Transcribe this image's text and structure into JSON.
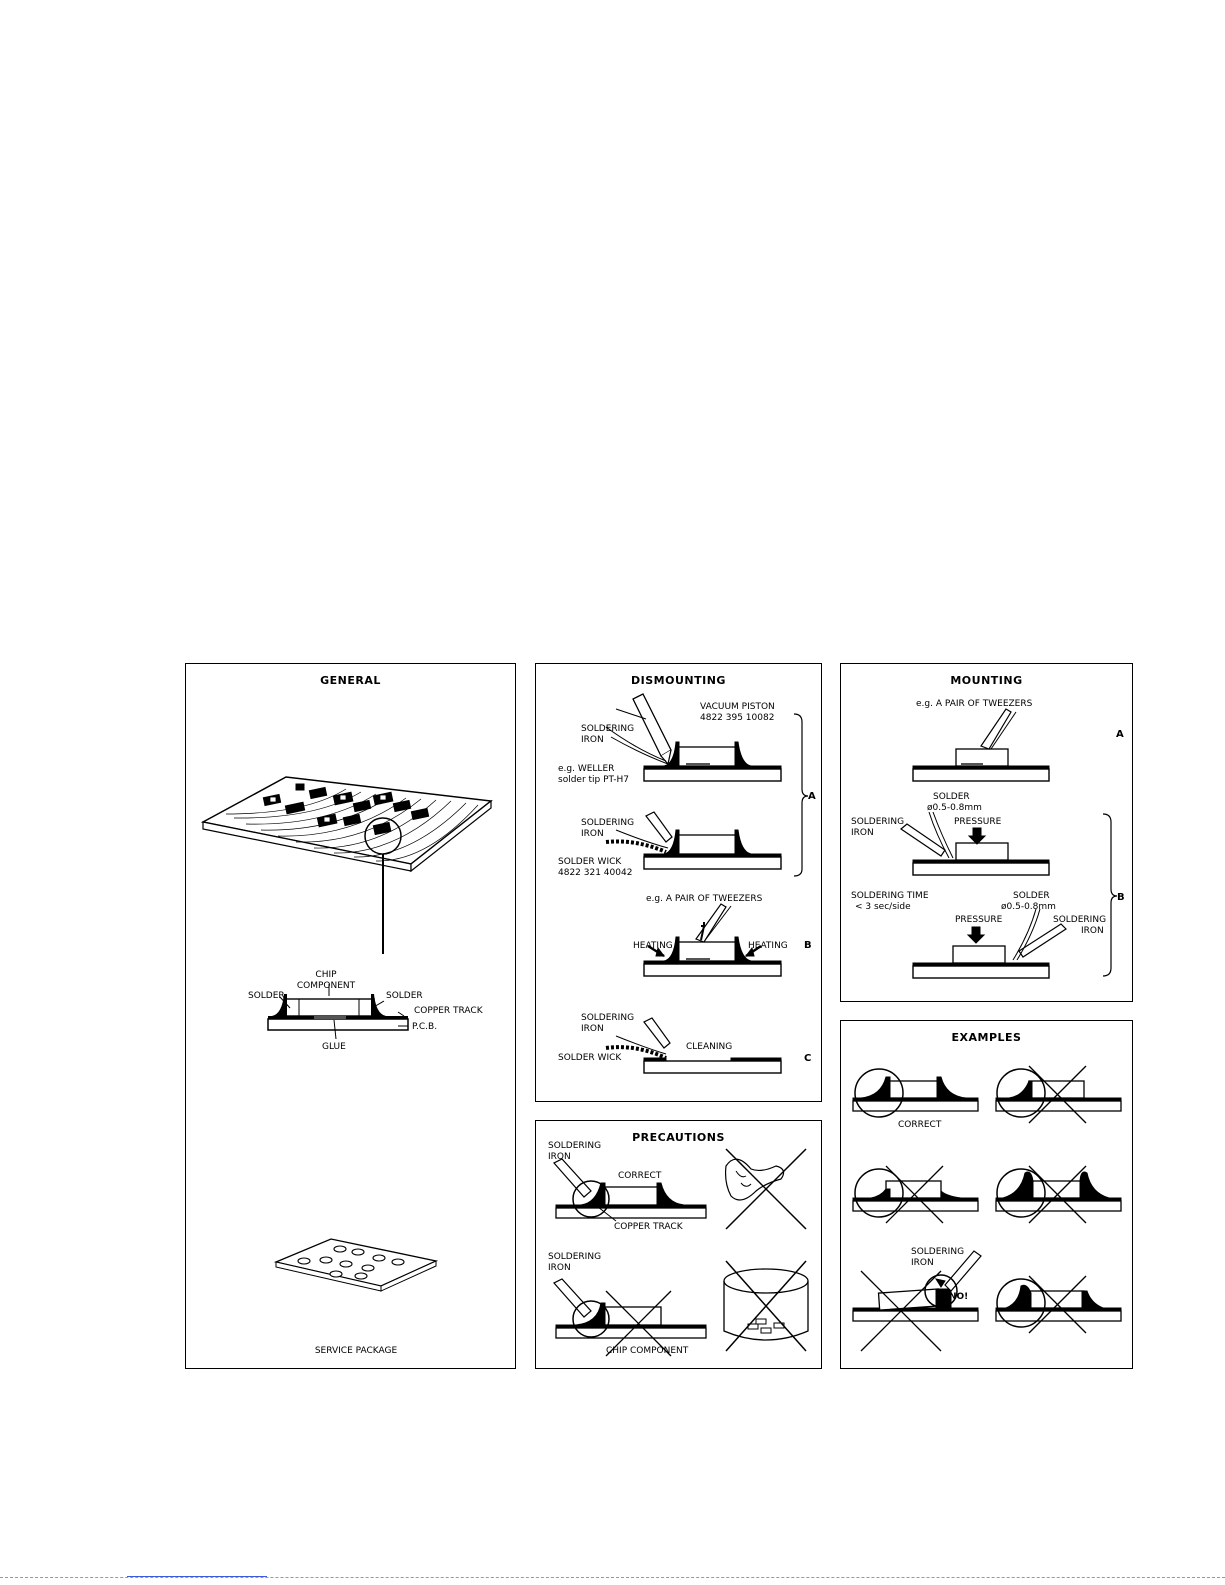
{
  "general": {
    "title": "GENERAL",
    "labels": {
      "chip": "CHIP",
      "component": "COMPONENT",
      "solder_left": "SOLDER",
      "solder_right": "SOLDER",
      "copper_track": "COPPER TRACK",
      "pcb": "P.C.B.",
      "glue": "GLUE"
    },
    "service_package": "SERVICE PACKAGE"
  },
  "dismounting": {
    "title": "DISMOUNTING",
    "vacuum_piston_1": "VACUUM PISTON",
    "vacuum_piston_2": "4822 395 10082",
    "soldering_1": "SOLDERING",
    "iron_1": "IRON",
    "weller_1": "e.g. WELLER",
    "weller_2": "solder tip PT-H7",
    "soldering_2": "SOLDERING",
    "iron_2": "IRON",
    "wick_1": "SOLDER WICK",
    "wick_2": "4822 321 40042",
    "tweezers": "e.g. A PAIR OF TWEEZERS",
    "heating_left": "HEATING",
    "heating_right": "HEATING",
    "soldering_3": "SOLDERING",
    "iron_3": "IRON",
    "cleaning": "CLEANING",
    "wick_3": "SOLDER WICK",
    "step_a": "A",
    "step_b": "B",
    "step_c": "C"
  },
  "mounting": {
    "title": "MOUNTING",
    "tweezers": "e.g. A PAIR OF TWEEZERS",
    "step_a": "A",
    "solder_1": "SOLDER",
    "dia_1": "ø0.5-0.8mm",
    "soldering_1": "SOLDERING",
    "iron_1": "IRON",
    "pressure_1": "PRESSURE",
    "time_1": "SOLDERING TIME",
    "time_2": "< 3 sec/side",
    "solder_2": "SOLDER",
    "dia_2": "ø0.5-0.8mm",
    "pressure_2": "PRESSURE",
    "soldering_2": "SOLDERING",
    "iron_2": "IRON",
    "step_b": "B"
  },
  "precautions": {
    "title": "PRECAUTIONS",
    "soldering_1": "SOLDERING",
    "iron_1": "IRON",
    "correct": "CORRECT",
    "copper_track": "COPPER TRACK",
    "soldering_2": "SOLDERING",
    "iron_2": "IRON",
    "chip_component": "CHIP COMPONENT"
  },
  "examples": {
    "title": "EXAMPLES",
    "correct": "CORRECT",
    "soldering": "SOLDERING",
    "iron": "IRON",
    "no": "NO!"
  }
}
